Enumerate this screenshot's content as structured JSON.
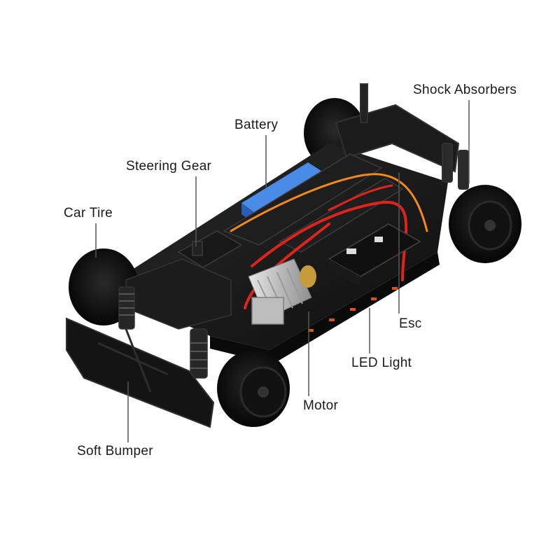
{
  "labels": {
    "shock_absorbers": "Shock Absorbers",
    "battery": "Battery",
    "steering_gear": "Steering Gear",
    "car_tire": "Car Tire",
    "esc": "Esc",
    "led_light": "LED Light",
    "motor": "Motor",
    "soft_bumper": "Soft Bumper"
  },
  "colors": {
    "background": "#ffffff",
    "chassis": "#151515",
    "tire": "#0d0d0d",
    "battery": "#2f6fd6",
    "wire_red": "#e0241b",
    "wire_orange": "#f08a1c",
    "heatsink": "#c9c9c9",
    "motor_gear": "#c79a3a",
    "callout_line": "#555555",
    "text": "#1a1a1a"
  }
}
